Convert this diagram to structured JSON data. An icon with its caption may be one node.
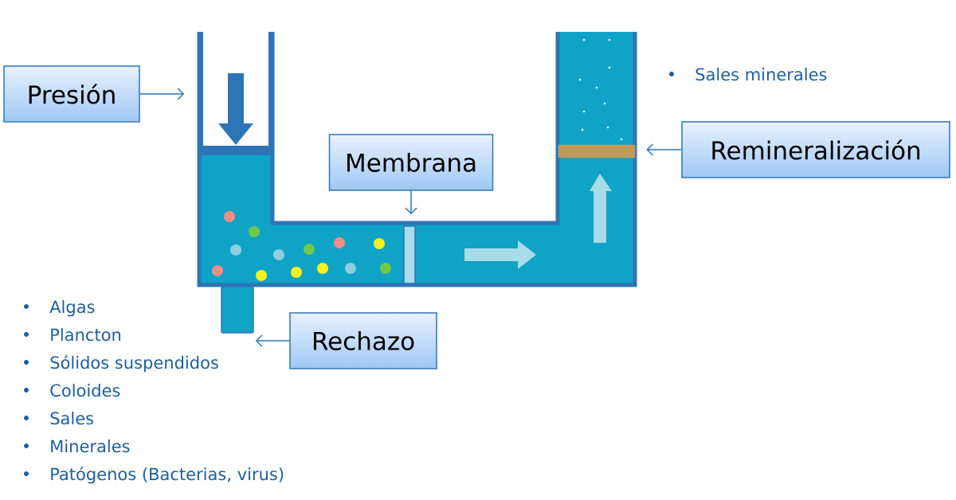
{
  "diagram": {
    "nodes": [
      {
        "text": [
          "Presión"
        ]
      },
      {
        "text": [
          "Membrana"
        ]
      },
      {
        "text": [
          "Remineralización"
        ]
      },
      {
        "text": [
          "Rechazo"
        ]
      },
      {
        "text": [],
        "shape": "bar"
      },
      {
        "text": [],
        "shape": "bar"
      },
      {
        "text": [],
        "shape": "bar"
      },
      {
        "text": [],
        "shape": "box"
      }
    ],
    "edges": [
      {
        "from": 0,
        "to": 4,
        "arrow": "to"
      },
      {
        "from": 1,
        "to": 5,
        "arrow": "to"
      },
      {
        "from": 2,
        "to": 6,
        "arrow": "to"
      },
      {
        "from": 3,
        "to": 7,
        "arrow": "to"
      }
    ],
    "labels": [
      "Sales minerales",
      "Algas",
      "Plancton",
      "Sólidos suspendidos",
      "Coloides",
      "Sales",
      "Minerales",
      "Patógenos (Bacterias, virus)"
    ]
  }
}
